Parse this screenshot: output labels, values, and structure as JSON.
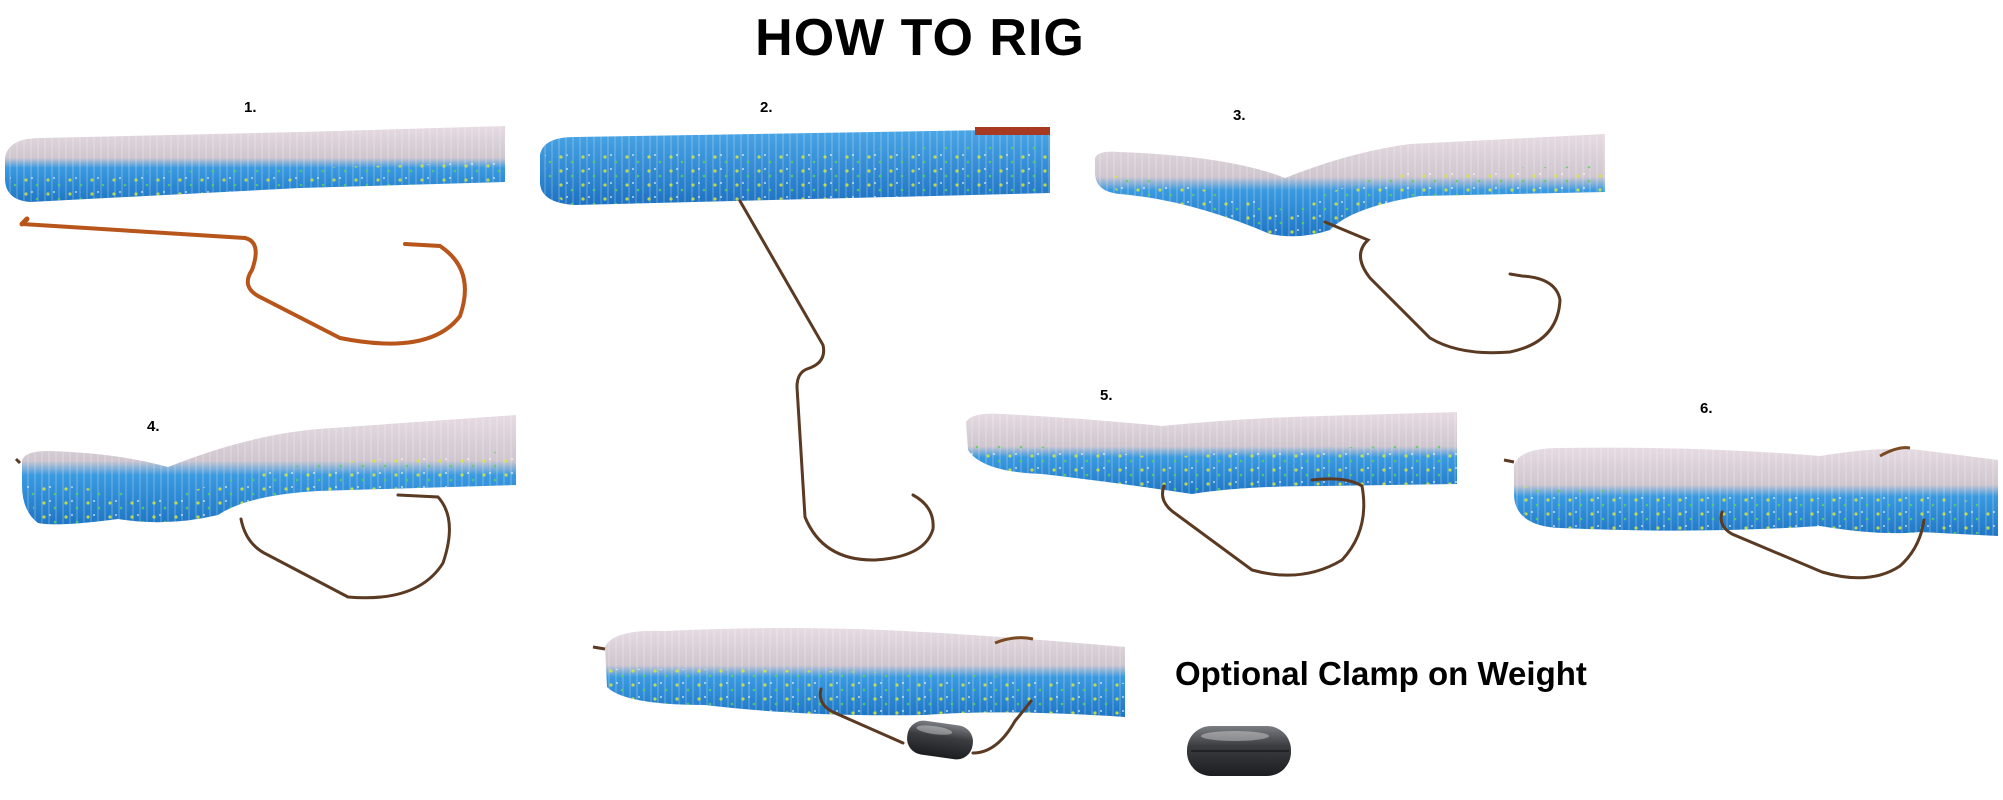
{
  "title": "HOW TO RIG",
  "steps": [
    {
      "label": "1."
    },
    {
      "label": "2."
    },
    {
      "label": "3."
    },
    {
      "label": "4."
    },
    {
      "label": "5."
    },
    {
      "label": "6."
    }
  ],
  "weight_caption": "Optional Clamp on Weight",
  "colors": {
    "worm_blue": "#2f8fd6",
    "worm_pearl": "#d8cfd8",
    "hook_copper": "#b8551a",
    "hook_dark": "#4a2a18",
    "weight": "#3a3c40"
  }
}
